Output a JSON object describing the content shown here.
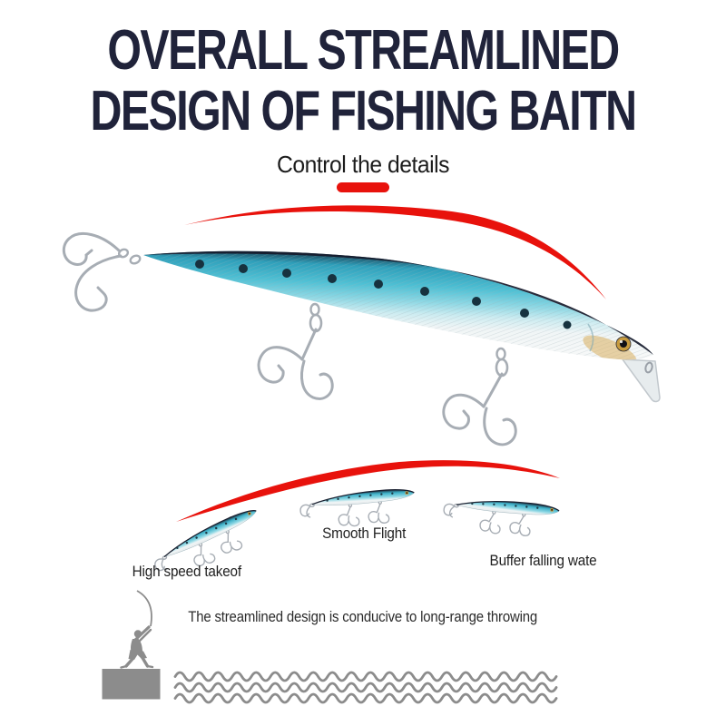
{
  "header": {
    "title_line1": "OVERALL STREAMLINED",
    "title_line2": "DESIGN OF FISHING BAITN",
    "subtitle": "Control the details"
  },
  "features": [
    {
      "label": "High speed takeof"
    },
    {
      "label": "Smooth Flight"
    },
    {
      "label": "Buffer falling wate"
    }
  ],
  "footer": {
    "note": "The streamlined design is conducive to long-range throwing"
  },
  "colors": {
    "accent_red": "#e8120c",
    "title_navy": "#20233a",
    "text_dark": "#1f1f1f",
    "illustration_gray": "#8c8c8c",
    "lure_teal": "#45bcd2",
    "lure_spine_navy": "#161a2b",
    "lure_belly_silver": "#eef2f3",
    "eye_gold": "#c79b3f",
    "hook_silver": "#a7adb4"
  }
}
